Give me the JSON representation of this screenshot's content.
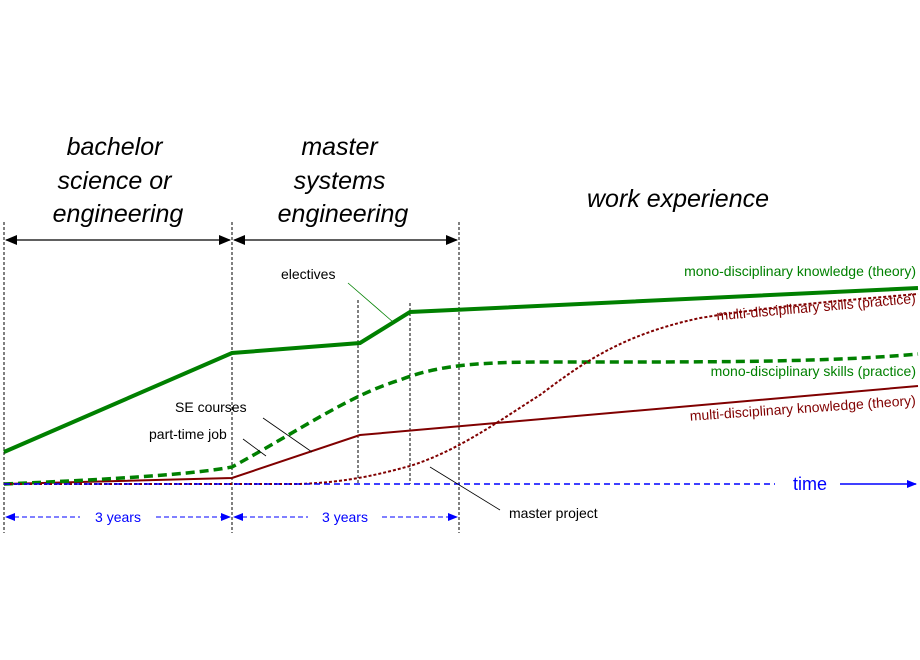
{
  "phases": {
    "bachelor": {
      "lines": [
        "bachelor",
        "science or",
        "engineering"
      ]
    },
    "master": {
      "lines": [
        "master",
        "systems",
        "engineering"
      ]
    },
    "work": {
      "label": "work experience"
    }
  },
  "durations": {
    "bachelor": "3 years",
    "master": "3 years"
  },
  "axis": {
    "label": "time"
  },
  "annotations": {
    "electives": "electives",
    "se_courses": "SE courses",
    "part_time_job": "part-time job",
    "master_project": "master project"
  },
  "curves": {
    "mono_theory": "mono-disciplinary knowledge (theory)",
    "multi_practice": "multi-disciplinary skills (practice)",
    "mono_practice": "mono-disciplinary skills (practice)",
    "multi_theory": "multi-disciplinary knowledge (theory)"
  },
  "colors": {
    "green": "#008000",
    "darkred": "#800000",
    "blue": "#0000ff",
    "black": "#000000"
  }
}
